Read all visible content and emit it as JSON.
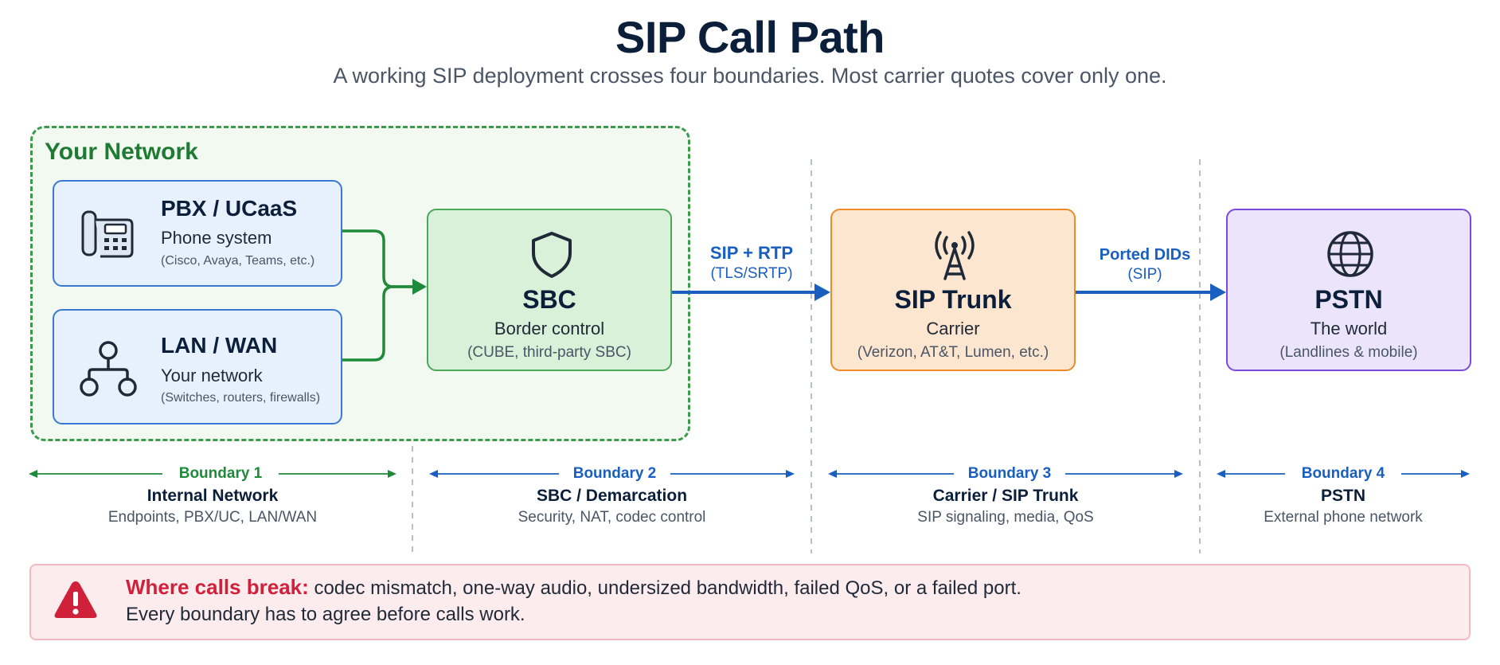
{
  "header": {
    "title": "SIP Call Path",
    "subtitle": "A working SIP deployment crosses four boundaries. Most carrier quotes cover only one."
  },
  "your_network": {
    "label": "Your Network"
  },
  "nodes": {
    "pbx": {
      "title": "PBX / UCaaS",
      "subtitle": "Phone system",
      "note": "(Cisco, Avaya, Teams, etc.)",
      "icon": "desk-phone-icon"
    },
    "lan": {
      "title": "LAN / WAN",
      "subtitle": "Your network",
      "note": "(Switches, routers, firewalls)",
      "icon": "network-topology-icon"
    },
    "sbc": {
      "title": "SBC",
      "subtitle": "Border control",
      "note": "(CUBE, third-party SBC)",
      "icon": "shield-icon"
    },
    "trunk": {
      "title": "SIP Trunk",
      "subtitle": "Carrier",
      "note": "(Verizon, AT&T, Lumen, etc.)",
      "icon": "antenna-tower-icon"
    },
    "pstn": {
      "title": "PSTN",
      "subtitle": "The world",
      "note": "(Landlines & mobile)",
      "icon": "globe-icon"
    }
  },
  "connections": {
    "sbc_to_trunk": {
      "label": "SIP + RTP",
      "sublabel": "(TLS/SRTP)"
    },
    "trunk_to_pstn": {
      "label": "Ported DIDs",
      "sublabel": "(SIP)"
    }
  },
  "boundaries": [
    {
      "label": "Boundary 1",
      "name": "Internal Network",
      "description": "Endpoints, PBX/UC, LAN/WAN",
      "color": "#1f8a3a"
    },
    {
      "label": "Boundary 2",
      "name": "SBC / Demarcation",
      "description": "Security, NAT, codec control",
      "color": "#1a5fbf"
    },
    {
      "label": "Boundary 3",
      "name": "Carrier / SIP Trunk",
      "description": "SIP signaling, media, QoS",
      "color": "#1a5fbf"
    },
    {
      "label": "Boundary 4",
      "name": "PSTN",
      "description": "External phone network",
      "color": "#1a5fbf"
    }
  ],
  "alert": {
    "icon": "warning-icon",
    "title": "Where calls break:",
    "text": "codec mismatch, one-way audio, undersized bandwidth, failed QoS, or a failed port.",
    "line2": "Every boundary has to agree before calls work."
  },
  "colors": {
    "green": "#3c9a4a",
    "blue": "#1a5fbf",
    "orange": "#f08a24",
    "purple": "#7c4ad8",
    "alert_red": "#d0213a"
  }
}
